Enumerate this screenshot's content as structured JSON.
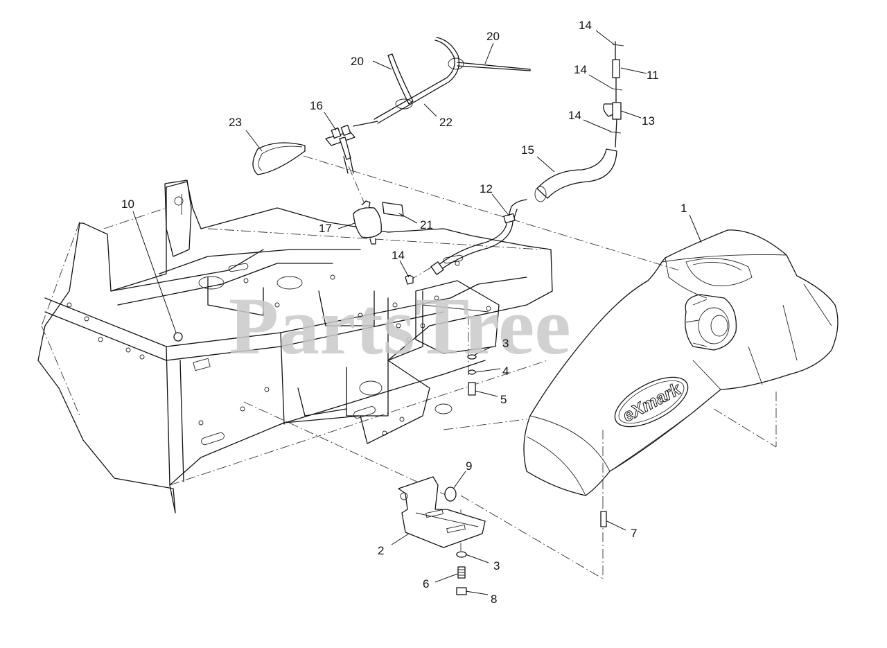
{
  "watermark": "PartsTree",
  "logo": "eXmark",
  "callouts": [
    {
      "id": "c1",
      "text": "1"
    },
    {
      "id": "c2",
      "text": "2"
    },
    {
      "id": "c3a",
      "text": "3"
    },
    {
      "id": "c3b",
      "text": "3"
    },
    {
      "id": "c4",
      "text": "4"
    },
    {
      "id": "c5",
      "text": "5"
    },
    {
      "id": "c6",
      "text": "6"
    },
    {
      "id": "c7",
      "text": "7"
    },
    {
      "id": "c8",
      "text": "8"
    },
    {
      "id": "c9",
      "text": "9"
    },
    {
      "id": "c10",
      "text": "10"
    },
    {
      "id": "c11",
      "text": "11"
    },
    {
      "id": "c12",
      "text": "12"
    },
    {
      "id": "c13",
      "text": "13"
    },
    {
      "id": "c14a",
      "text": "14"
    },
    {
      "id": "c14b",
      "text": "14"
    },
    {
      "id": "c14c",
      "text": "14"
    },
    {
      "id": "c14d",
      "text": "14"
    },
    {
      "id": "c15",
      "text": "15"
    },
    {
      "id": "c16",
      "text": "16"
    },
    {
      "id": "c17",
      "text": "17"
    },
    {
      "id": "c20a",
      "text": "20"
    },
    {
      "id": "c20b",
      "text": "20"
    },
    {
      "id": "c21",
      "text": "21"
    },
    {
      "id": "c22",
      "text": "22"
    },
    {
      "id": "c23",
      "text": "23"
    }
  ]
}
